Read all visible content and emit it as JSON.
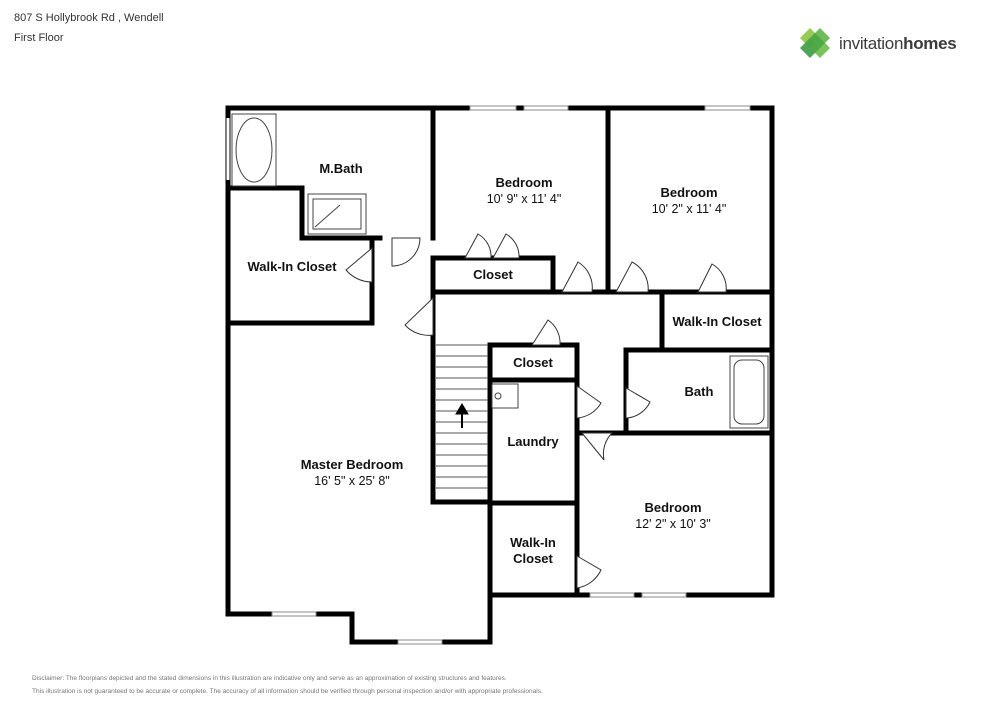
{
  "header": {
    "address": "807 S Hollybrook Rd , Wendell",
    "floor": "First Floor"
  },
  "brand": {
    "name_prefix": "invitation",
    "name_suffix": "homes",
    "colors": [
      "#5fb646",
      "#3c9a45",
      "#8cc540"
    ]
  },
  "rooms": {
    "mbath": "M.Bath",
    "bedroom_a": "Bedroom",
    "bedroom_a_dims": "10' 9\" x 11' 4\"",
    "bedroom_b": "Bedroom",
    "bedroom_b_dims": "10' 2\" x 11' 4\"",
    "walkin_master": "Walk-In Closet",
    "closet_a": "Closet",
    "walkin_right": "Walk-In Closet",
    "closet_hall": "Closet",
    "bath": "Bath",
    "laundry": "Laundry",
    "master": "Master Bedroom",
    "master_dims": "16' 5\" x 25' 8\"",
    "bedroom_c": "Bedroom",
    "bedroom_c_dims": "12' 2\" x 10' 3\"",
    "walkin_small_1": "Walk-In",
    "walkin_small_2": "Closet"
  },
  "disclaimer": {
    "line1": "Disclaimer: The floorplans depicted and the stated dimensions in this illustration are indicative only and serve as an approximation of existing structures and features.",
    "line2": "This illustration is not guaranteed to be accurate or complete. The accuracy of all information should be verified through personal inspection and/or with appropriate professionals."
  }
}
